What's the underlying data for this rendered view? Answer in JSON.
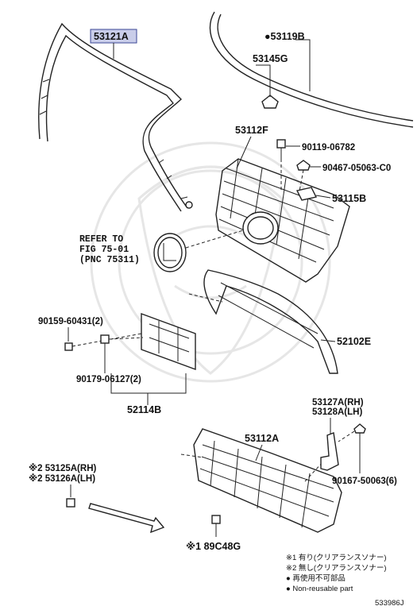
{
  "labels": {
    "p53121A": "53121A",
    "p53119B": "●53119B",
    "p53145G": "53145G",
    "p53112F": "53112F",
    "p90119": "90119-06782",
    "p90467": "90467-05063-C0",
    "p53115B": "53115B",
    "refer1": "REFER TO",
    "refer2": "FIG 75-01",
    "refer3": "(PNC 75311)",
    "p90159": "90159-60431(2)",
    "p52102E": "52102E",
    "p90179": "90179-06127(2)",
    "p52114B": "52114B",
    "p53127A": "53127A(RH)",
    "p53128A": "53128A(LH)",
    "p53112A": "53112A",
    "p53125A": "※2 53125A(RH)",
    "p53126A": "※2 53126A(LH)",
    "p90167": "90167-50063(6)",
    "p89C48G": "※1 89C48G"
  },
  "notes": {
    "n1": "※1 有り(クリアランスソナー)",
    "n2": "※2 無し(クリアランスソナー)",
    "n3": "● 再使用不可部品",
    "n4": "● Non-reusable part"
  },
  "diagram_id": "533986J",
  "colors": {
    "highlight_fill": "#c9cde9",
    "highlight_stroke": "#3b4796",
    "ink": "#222222"
  }
}
